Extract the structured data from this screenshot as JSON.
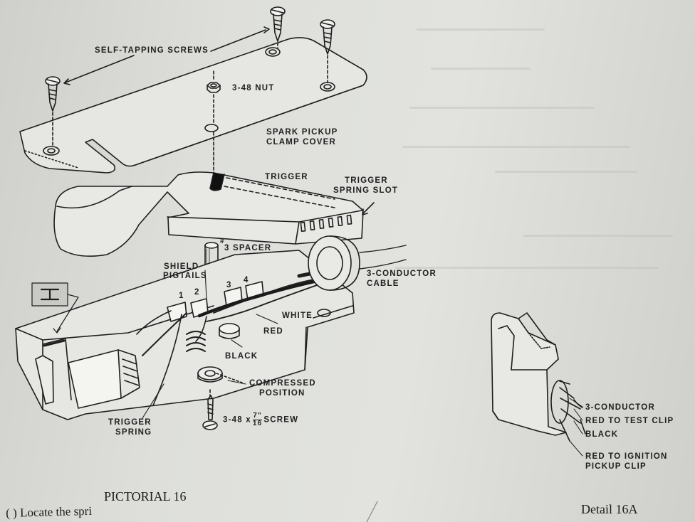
{
  "labels": {
    "self_tapping_screws": "SELF-TAPPING SCREWS",
    "nut": "3-48 NUT",
    "spark_pickup": "SPARK PICKUP",
    "clamp_cover": "CLAMP COVER",
    "trigger": "TRIGGER",
    "trigger_spring_slot_1": "TRIGGER",
    "trigger_spring_slot_2": "SPRING SLOT",
    "spacer_hash": "#",
    "spacer": "3 SPACER",
    "shield_1": "SHIELD",
    "shield_2": "PIGTAILS",
    "conductor_cable_1": "3-CONDUCTOR",
    "conductor_cable_2": "CABLE",
    "num_1": "1",
    "num_2": "2",
    "num_3": "3",
    "num_4": "4",
    "white": "WHITE",
    "red": "RED",
    "black": "BLACK",
    "compressed_1": "COMPRESSED",
    "compressed_2": "POSITION",
    "screw_prefix": "3-48 x",
    "screw_num": "7\"",
    "screw_den": "16",
    "screw_suffix": "SCREW",
    "trigger_spring_1": "TRIGGER",
    "trigger_spring_2": "SPRING",
    "detail_conductor": "3-CONDUCTOR",
    "detail_red_test": "RED TO TEST CLIP",
    "detail_black": "BLACK",
    "detail_red_ignition_1": "RED TO IGNITION",
    "detail_red_ignition_2": "PICKUP CLIP"
  },
  "captions": {
    "pictorial": "PICTORIAL 16",
    "detail": "Detail 16A"
  },
  "body_text": "( ) Locate the spri"
}
